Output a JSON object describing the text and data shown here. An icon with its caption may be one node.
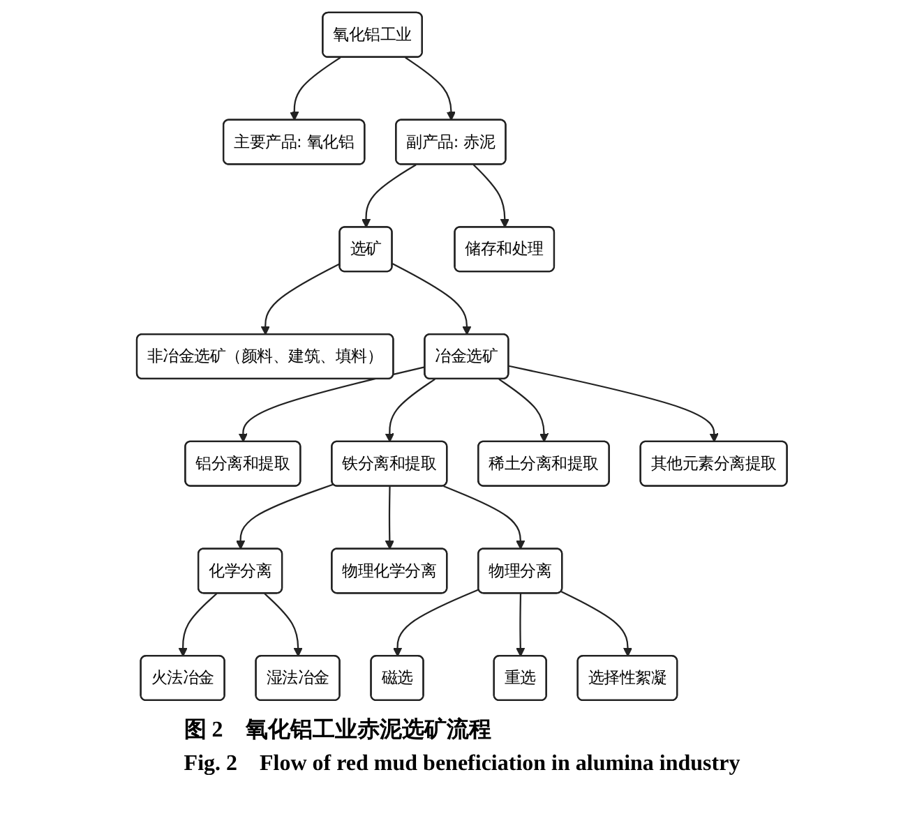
{
  "diagram": {
    "caption": "图 2　氧化铝工业赤泥选矿流程",
    "nodes": [
      {
        "text": [
          "氧化铝工业"
        ]
      },
      {
        "text": [
          "主要产品: 氧化铝"
        ]
      },
      {
        "text": [
          "副产品: 赤泥"
        ]
      },
      {
        "text": [
          "选矿"
        ]
      },
      {
        "text": [
          "储存和处理"
        ]
      },
      {
        "text": [
          "非冶金选矿（颜料、建筑、填料）"
        ]
      },
      {
        "text": [
          "冶金选矿"
        ]
      },
      {
        "text": [
          "铝分离和提取"
        ]
      },
      {
        "text": [
          "铁分离和提取"
        ]
      },
      {
        "text": [
          "稀土分离和提取"
        ]
      },
      {
        "text": [
          "其他元素分离提取"
        ]
      },
      {
        "text": [
          "化学分离"
        ]
      },
      {
        "text": [
          "物理化学分离"
        ]
      },
      {
        "text": [
          "物理分离"
        ]
      },
      {
        "text": [
          "火法冶金"
        ]
      },
      {
        "text": [
          "湿法冶金"
        ]
      },
      {
        "text": [
          "磁选"
        ]
      },
      {
        "text": [
          "重选"
        ]
      },
      {
        "text": [
          "选择性絮凝"
        ]
      }
    ],
    "edges": [
      {
        "from": 0,
        "to": 1,
        "arrow": "to"
      },
      {
        "from": 0,
        "to": 2,
        "arrow": "to"
      },
      {
        "from": 2,
        "to": 3,
        "arrow": "to"
      },
      {
        "from": 2,
        "to": 4,
        "arrow": "to"
      },
      {
        "from": 3,
        "to": 5,
        "arrow": "to"
      },
      {
        "from": 3,
        "to": 6,
        "arrow": "to"
      },
      {
        "from": 6,
        "to": 7,
        "arrow": "to"
      },
      {
        "from": 6,
        "to": 8,
        "arrow": "to"
      },
      {
        "from": 6,
        "to": 9,
        "arrow": "to"
      },
      {
        "from": 6,
        "to": 10,
        "arrow": "to"
      },
      {
        "from": 8,
        "to": 11,
        "arrow": "to"
      },
      {
        "from": 8,
        "to": 12,
        "arrow": "to"
      },
      {
        "from": 8,
        "to": 13,
        "arrow": "to"
      },
      {
        "from": 11,
        "to": 14,
        "arrow": "to"
      },
      {
        "from": 11,
        "to": 15,
        "arrow": "to"
      },
      {
        "from": 13,
        "to": 16,
        "arrow": "to"
      },
      {
        "from": 13,
        "to": 17,
        "arrow": "to"
      },
      {
        "from": 13,
        "to": 18,
        "arrow": "to"
      }
    ],
    "labels": [
      "Fig. 2　Flow of red mud beneficiation in alumina industry"
    ]
  }
}
